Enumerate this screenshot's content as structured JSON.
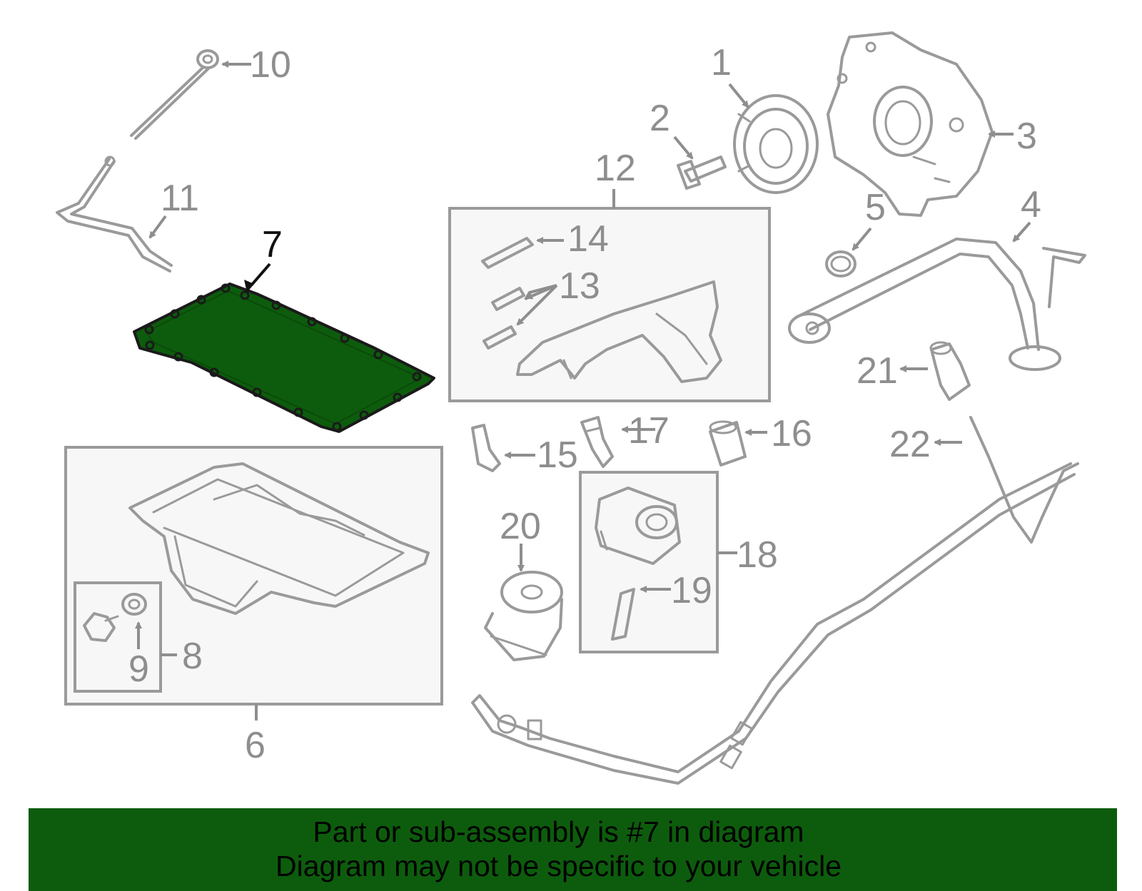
{
  "diagram": {
    "highlight_color": "#0d5c0d",
    "line_color": "#9a9a9a",
    "highlighted_callout": "7",
    "callouts": [
      "1",
      "2",
      "3",
      "4",
      "5",
      "6",
      "7",
      "8",
      "9",
      "10",
      "11",
      "12",
      "13",
      "14",
      "15",
      "16",
      "17",
      "18",
      "19",
      "20",
      "21",
      "22"
    ]
  },
  "banner": {
    "line1": "Part or sub-assembly is #7 in diagram",
    "line2": "Diagram may not be specific to your vehicle",
    "background": "#0d5c0d"
  }
}
